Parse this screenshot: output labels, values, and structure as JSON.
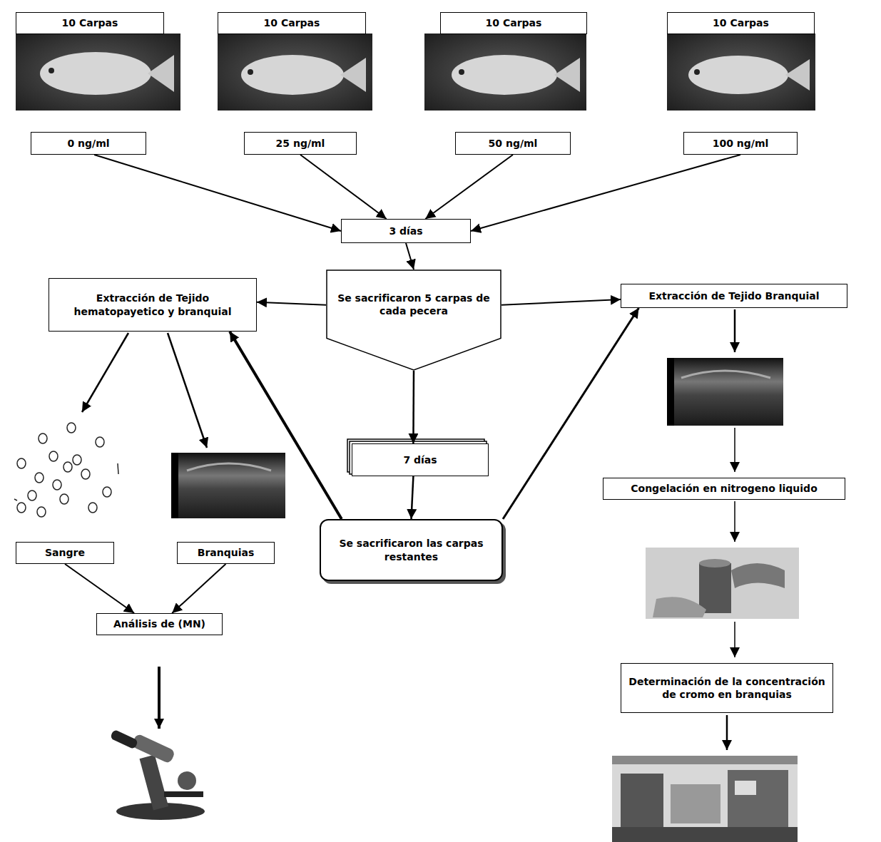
{
  "diagram": {
    "nodes": [
      {
        "text": [
          "10 Carpas"
        ]
      },
      {
        "text": [
          "10 Carpas"
        ]
      },
      {
        "text": [
          "10 Carpas"
        ]
      },
      {
        "text": [
          "10 Carpas"
        ]
      },
      {
        "text": [
          "0 ng/ml"
        ]
      },
      {
        "text": [
          "25 ng/ml"
        ]
      },
      {
        "text": [
          "50 ng/ml"
        ]
      },
      {
        "text": [
          "100 ng/ml"
        ]
      },
      {
        "text": [
          "3 días"
        ]
      },
      {
        "text": [
          "Extracción de Tejido hematopayetico y branquial"
        ]
      },
      {
        "text": [
          "Se sacrificaron 5 carpas de cada pecera"
        ]
      },
      {
        "text": [
          "Extracción de Tejido Branquial"
        ]
      },
      {
        "text": [
          "7 días"
        ]
      },
      {
        "text": [
          "Congelación en nitrogeno liquido"
        ]
      },
      {
        "text": [
          "Se sacrificaron las carpas restantes"
        ]
      },
      {
        "text": [
          "Sangre"
        ]
      },
      {
        "text": [
          "Branquias"
        ]
      },
      {
        "text": [
          "Análisis de (MN)"
        ]
      },
      {
        "text": [
          "Determinación de la concentración de cromo en branquias"
        ]
      }
    ],
    "edges": [
      {
        "from": 4,
        "to": 8,
        "arrow": "to"
      },
      {
        "from": 5,
        "to": 8,
        "arrow": "to"
      },
      {
        "from": 6,
        "to": 8,
        "arrow": "to"
      },
      {
        "from": 7,
        "to": 8,
        "arrow": "to"
      },
      {
        "from": 8,
        "to": 10,
        "arrow": "to"
      },
      {
        "from": 10,
        "to": 9,
        "arrow": "to"
      },
      {
        "from": 10,
        "to": 11,
        "arrow": "to"
      },
      {
        "from": 10,
        "to": 12,
        "arrow": "to"
      },
      {
        "from": 12,
        "to": 14,
        "arrow": "to"
      },
      {
        "from": 14,
        "to": 9,
        "arrow": "to"
      },
      {
        "from": 14,
        "to": 11,
        "arrow": "to"
      },
      {
        "from": 15,
        "to": 17,
        "arrow": "to"
      },
      {
        "from": 16,
        "to": 17,
        "arrow": "to"
      }
    ]
  }
}
